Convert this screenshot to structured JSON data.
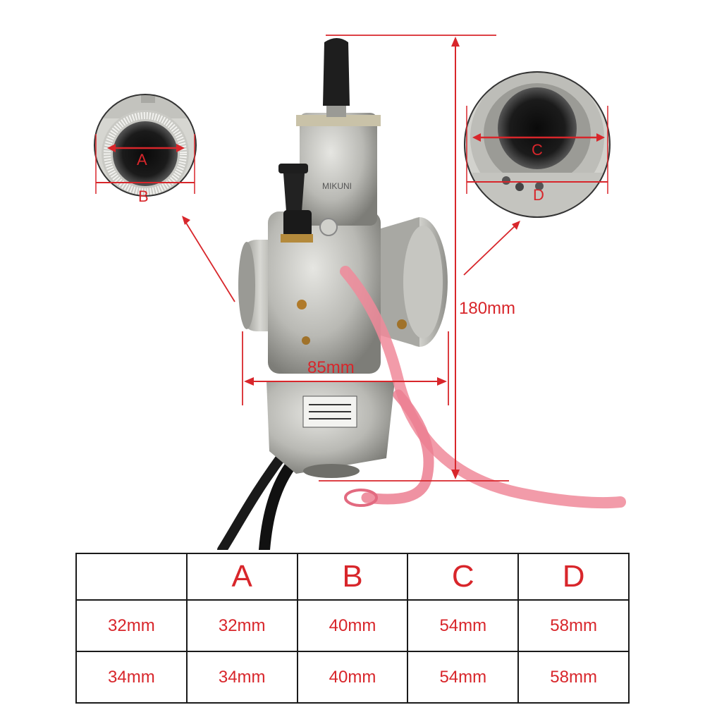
{
  "dimensions": {
    "height_label": "180mm",
    "width_label": "85mm"
  },
  "callouts": {
    "left": {
      "label_a": "A",
      "label_b": "B"
    },
    "right": {
      "label_c": "C",
      "label_d": "D"
    }
  },
  "table": {
    "headers": [
      "",
      "A",
      "B",
      "C",
      "D"
    ],
    "rows": [
      [
        "32mm",
        "32mm",
        "40mm",
        "54mm",
        "58mm"
      ],
      [
        "34mm",
        "34mm",
        "40mm",
        "54mm",
        "58mm"
      ]
    ]
  },
  "colors": {
    "accent": "#d8262b",
    "tube": "#f08a9a",
    "metal": "#b9b9b4",
    "border": "#1a1a1a"
  }
}
